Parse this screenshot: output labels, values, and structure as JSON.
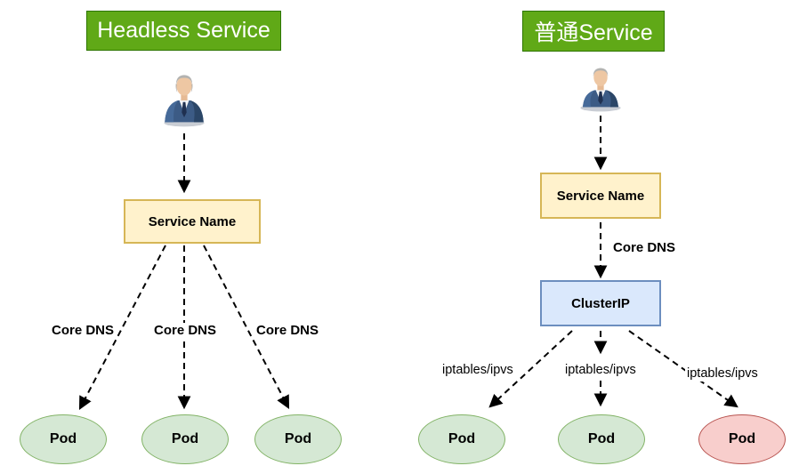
{
  "colors": {
    "header-fill": "#60A917",
    "header-border": "#2D7600",
    "header-text": "#FFFFFF",
    "service-fill": "#FFF2CC",
    "service-border": "#D6B656",
    "clusterip-fill": "#DAE8FC",
    "clusterip-border": "#6C8EBF",
    "pod-green-fill": "#D5E8D4",
    "pod-green-border": "#82B366",
    "pod-red-fill": "#F8CECC",
    "pod-red-border": "#B85450",
    "edge-color": "#000000"
  },
  "left_diagram": {
    "title": "Headless Service",
    "user_icon": "businessman-avatar",
    "service_node": "Service Name",
    "edge_labels": [
      "Core DNS",
      "Core DNS",
      "Core DNS"
    ],
    "pods": [
      "Pod",
      "Pod",
      "Pod"
    ]
  },
  "right_diagram": {
    "title": "普通Service",
    "user_icon": "businessman-avatar",
    "service_node": "Service Name",
    "core_dns_edge_label": "Core DNS",
    "clusterip_node": "ClusterIP",
    "edge_labels": [
      "iptables/ipvs",
      "iptables/ipvs",
      "iptables/ipvs"
    ],
    "pods": [
      "Pod",
      "Pod",
      "Pod"
    ]
  }
}
